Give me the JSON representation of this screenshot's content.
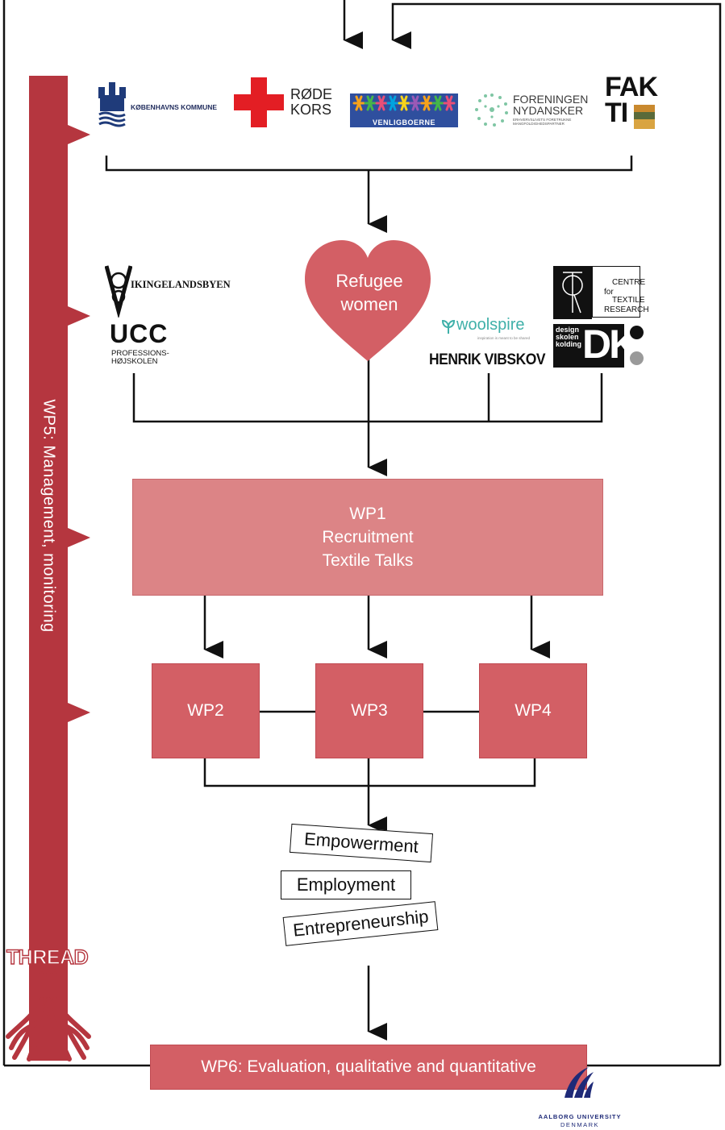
{
  "management": {
    "label": "WP5: Management, monitoring",
    "color": "#b5363f"
  },
  "partners_top": {
    "kobenhavn": "KØBENHAVNS KOMMUNE",
    "rode_kors": [
      "RØDE",
      "KORS"
    ],
    "venligboerne": "VENLIGBOERNE",
    "nydansker": [
      "FORENINGEN",
      "NYDANSKER"
    ],
    "nydansker_tagline": [
      "ERHVERVSLIVETS FORETRUKNE",
      "MANGFOLDIGHEDSPARTNER"
    ],
    "fakti": [
      "FAK",
      "TI"
    ]
  },
  "heart": {
    "line1": "Refugee",
    "line2": "women",
    "color": "#d35f65"
  },
  "partners_mid": {
    "vikingelandsbyen": "IKINGELANDSBYEN",
    "ucc": "UCC",
    "ucc_sub": [
      "PROFESSIONS-",
      "HØJSKOLEN"
    ],
    "woolspire": "woolspire",
    "woolspire_tagline": "inspiration is meant to be shared",
    "henrik": "HENRIK VIBSKOV",
    "ctr": [
      "CENTRE",
      "for",
      "TEXTILE",
      "RESEARCH"
    ],
    "design_skolen": [
      "design",
      "skolen",
      "kolding"
    ],
    "dk": "DK"
  },
  "wp1": {
    "title": "WP1",
    "line2": "Recruitment",
    "line3": "Textile Talks",
    "color": "#dc8486"
  },
  "wp2": "WP2",
  "wp3": "WP3",
  "wp4": "WP4",
  "outcomes": [
    "Empowerment",
    "Employment",
    "Entrepreneurship"
  ],
  "thread": "THREAD",
  "wp6": "WP6: Evaluation, qualitative and quantitative",
  "aau": [
    "AALBORG UNIVERSITY",
    "DENMARK"
  ]
}
